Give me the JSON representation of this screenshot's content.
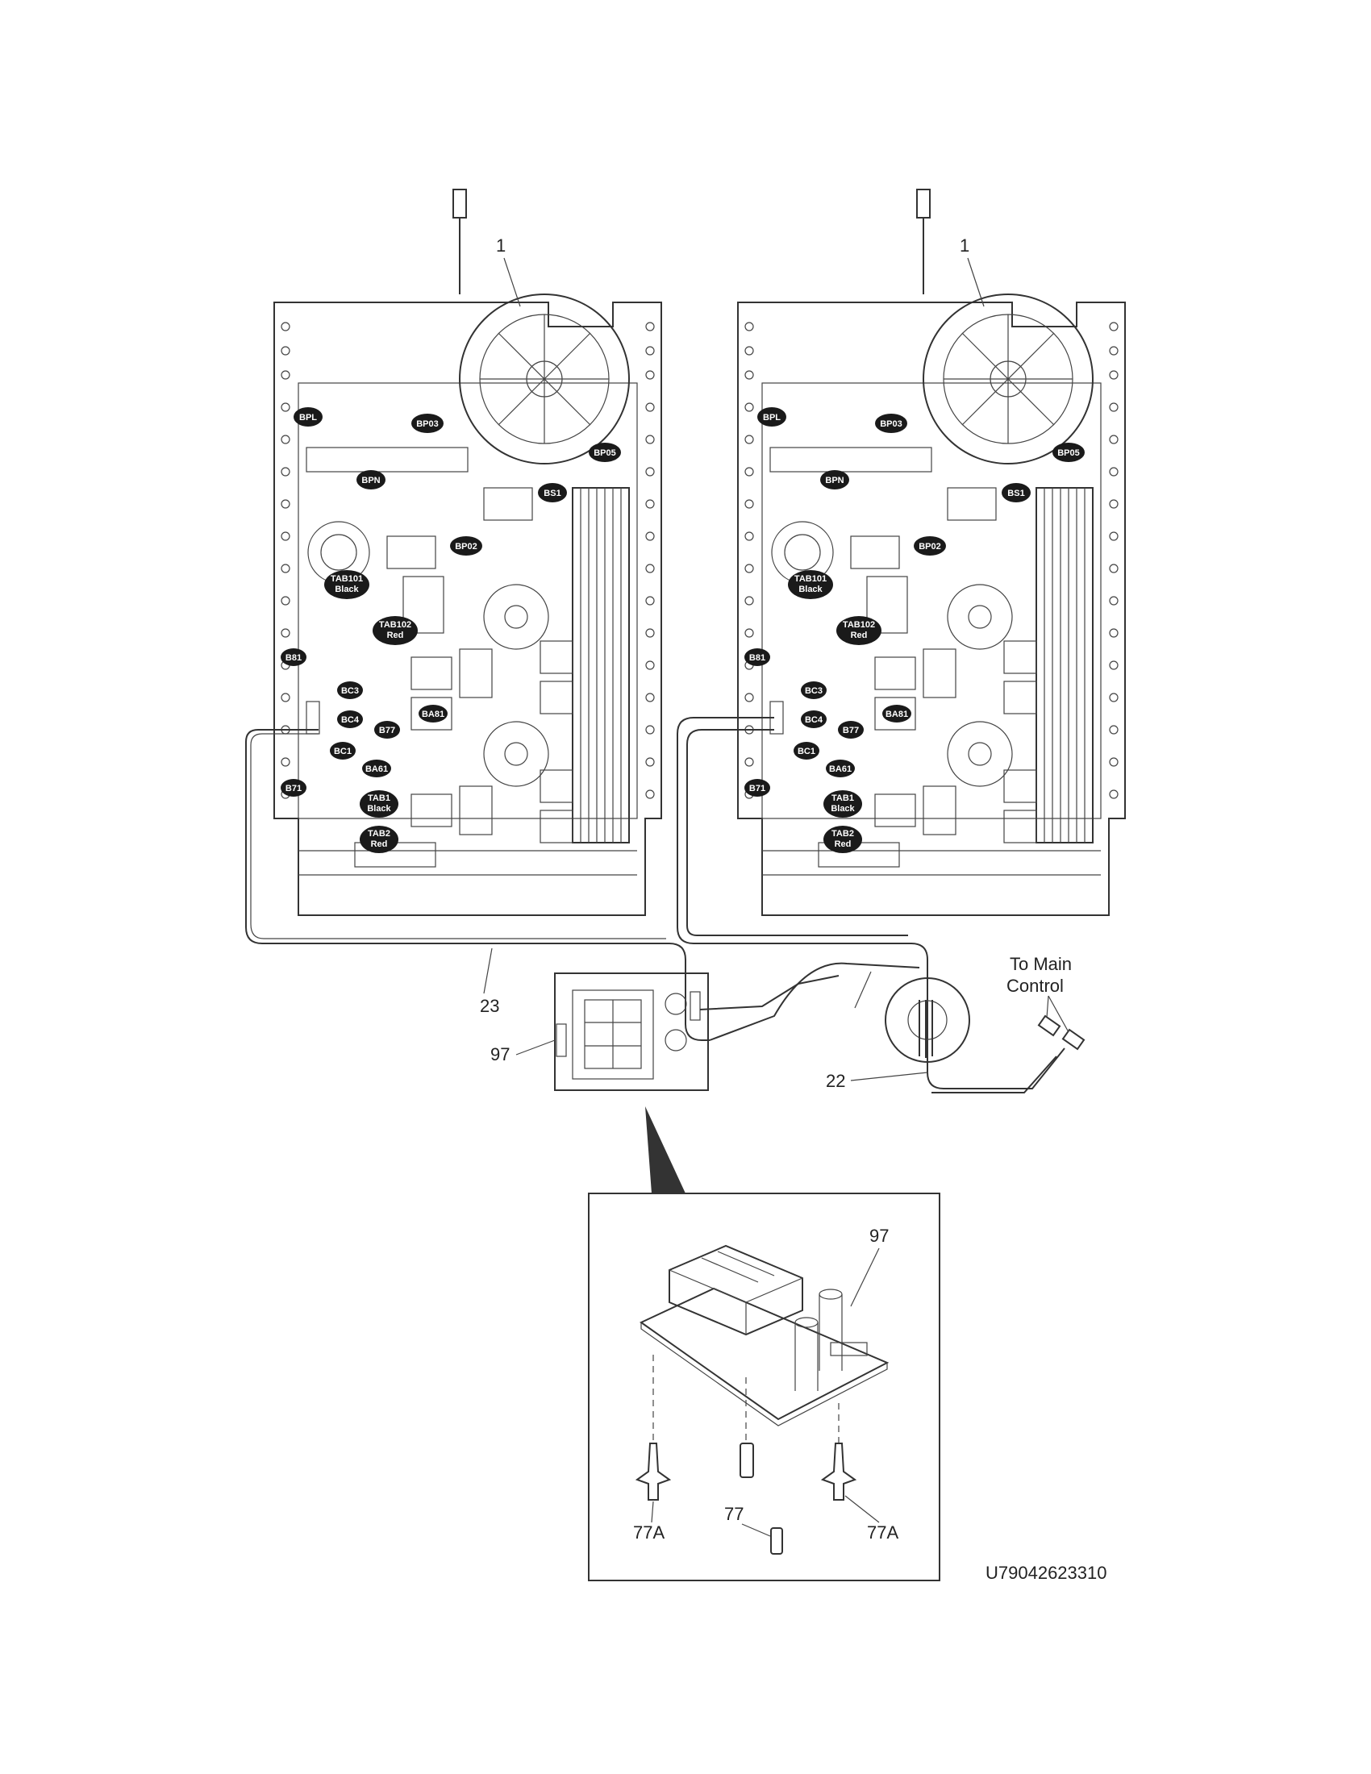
{
  "callouts": {
    "board_left": "1",
    "board_right": "1",
    "harness_23": "23",
    "harness_22": "22",
    "pcb_97": "97",
    "pcb_97_detail": "97",
    "support_77a_left": "77A",
    "spacer_77": "77",
    "support_77a_right": "77A",
    "to_main_control_line1": "To Main",
    "to_main_control_line2": "Control"
  },
  "drawing_number": "U79042623310",
  "board_tags": [
    "BPL",
    "BP03",
    "BP05",
    "BPN",
    "BS1",
    "BP02",
    "B81",
    "BC3",
    "BC4",
    "BA81",
    "B77",
    "BC1",
    "BA61",
    "B71"
  ],
  "terminal_tags": {
    "tab101": [
      "TAB101",
      "Black"
    ],
    "tab102": [
      "TAB102",
      "Red"
    ],
    "tab1": [
      "TAB1",
      "Black"
    ],
    "tab2": [
      "TAB2",
      "Red"
    ]
  },
  "colors": {
    "line": "#333333",
    "tag_fill": "#1a1a1a",
    "background": "#ffffff"
  }
}
